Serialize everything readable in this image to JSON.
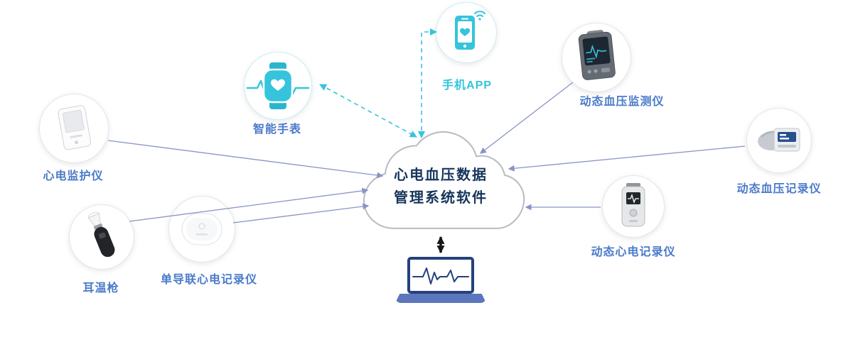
{
  "cloud": {
    "title_line1": "心电血压数据",
    "title_line2": "管理系统软件"
  },
  "nodes": {
    "ecg_monitor": {
      "label": "心电监护仪"
    },
    "ear_thermometer": {
      "label": "耳温枪"
    },
    "ecg_patch_recorder": {
      "label": "单导联心电记录仪"
    },
    "smart_watch": {
      "label": "智能手表"
    },
    "phone_app": {
      "label": "手机APP"
    },
    "bp_monitor": {
      "label": "动态血压监测仪"
    },
    "bp_recorder": {
      "label": "动态血压记录仪"
    },
    "holter_recorder": {
      "label": "动态心电记录仪"
    }
  },
  "colors": {
    "accent_cyan": "#35c4dc",
    "label_blue": "#4a7ac9",
    "arrow_blue": "#8a93c6",
    "cloud_text": "#16365c",
    "laptop_navy": "#24417b",
    "laptop_base_blue": "#5b76bd"
  }
}
